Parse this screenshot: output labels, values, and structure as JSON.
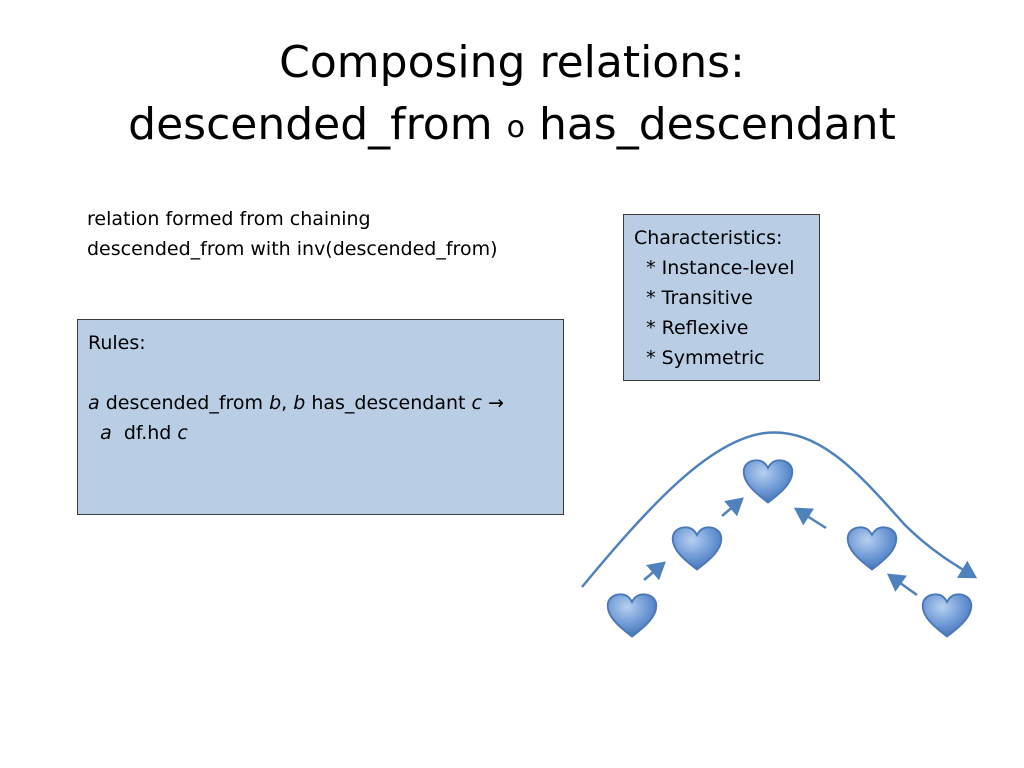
{
  "title": {
    "line1": "Composing relations:",
    "left": "descended_from",
    "op": "o",
    "right": "has_descendant"
  },
  "intro": {
    "line1": "relation formed from chaining",
    "line2": "descended_from with inv(descended_from)"
  },
  "rules": {
    "heading": "Rules:",
    "var_a": "a",
    "rel1": " descended_from ",
    "var_b": "b",
    "comma": ", ",
    "var_b2": "b",
    "rel2": " has_descendant ",
    "var_c": "c",
    "arrow": " →",
    "var_a2": "a",
    "rel3": "  df.hd ",
    "var_c2": "c"
  },
  "characteristics": {
    "heading": "Characteristics:",
    "items": [
      "* Instance-level",
      "* Transitive",
      "* Reflexive",
      "* Symmetric"
    ]
  },
  "colors": {
    "box_fill": "#b9cde5",
    "heart_fill": "#4f81bd",
    "arrow": "#4f81bd"
  }
}
